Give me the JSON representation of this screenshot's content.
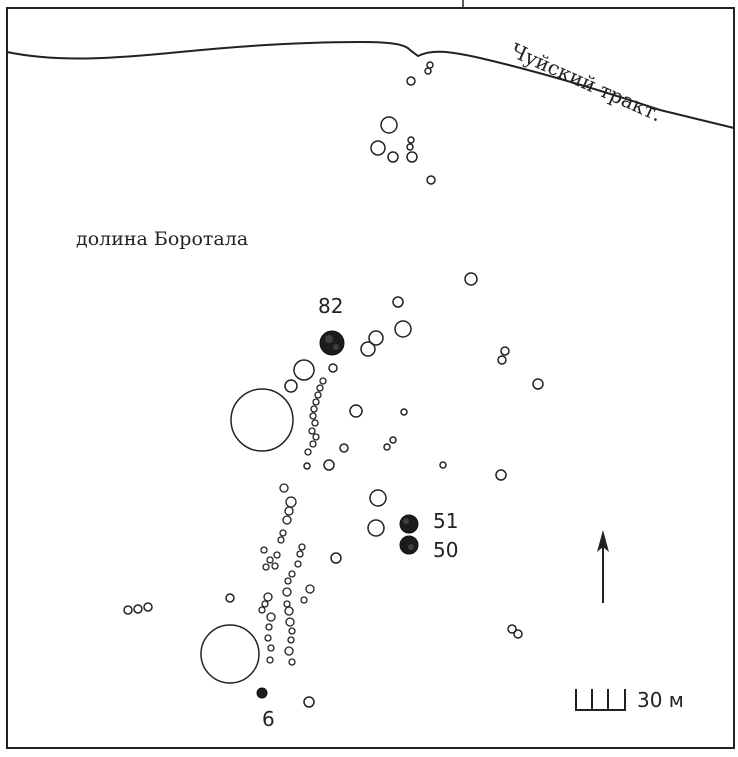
{
  "labels": {
    "road": "Чуйский тракт.",
    "valley": "долина Боротала",
    "scale": "30 м"
  },
  "mound_numbers": [
    "82",
    "51",
    "50",
    "6"
  ],
  "colors": {
    "ink": "#222222",
    "paper": "#ffffff"
  },
  "icons": {
    "north": "north-arrow-icon",
    "scale": "scale-bar-icon"
  }
}
